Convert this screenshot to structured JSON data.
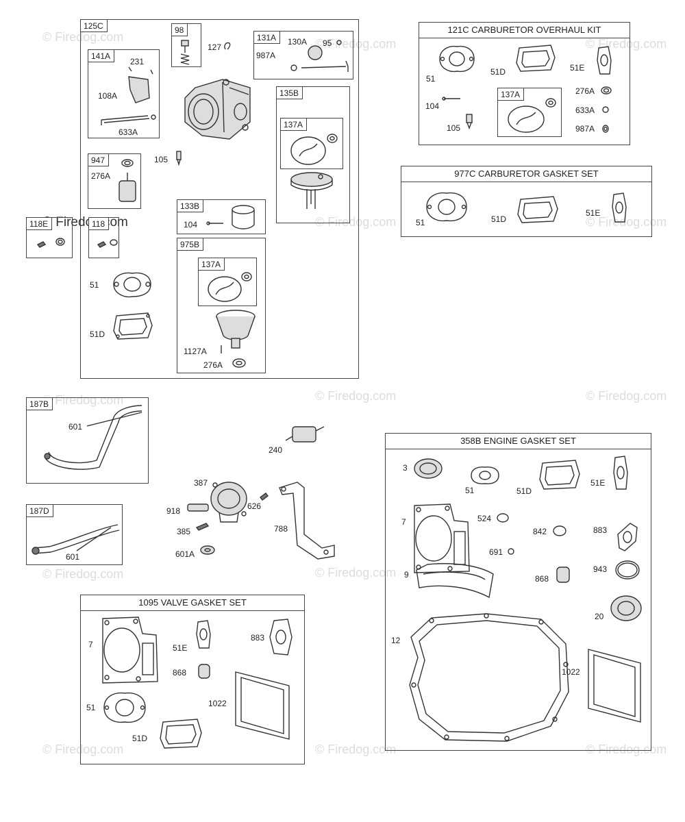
{
  "watermark": "© Firedog.com",
  "carb_assembly": {
    "id": "125C",
    "parts": {
      "p127": "127",
      "p105": "105"
    },
    "sub_98": {
      "id": "98"
    },
    "sub_141A": {
      "id": "141A",
      "p231": "231",
      "p108A": "108A",
      "p633A": "633A"
    },
    "sub_131A": {
      "id": "131A",
      "p130A": "130A",
      "p95": "95",
      "p987A": "987A"
    },
    "sub_135B": {
      "id": "135B",
      "sub_137A": "137A"
    },
    "sub_947": {
      "id": "947",
      "p276A": "276A"
    },
    "sub_133B": {
      "id": "133B",
      "p104": "104"
    },
    "sub_975B": {
      "id": "975B",
      "sub_137A": "137A",
      "p1127A": "1127A",
      "p276A": "276A"
    },
    "sub_118": {
      "id": "118"
    },
    "p51": "51",
    "p51D": "51D"
  },
  "sub_118E": {
    "id": "118E"
  },
  "overhaul_kit": {
    "title": "121C CARBURETOR OVERHAUL KIT",
    "p51": "51",
    "p51D": "51D",
    "p51E": "51E",
    "p104": "104",
    "p105": "105",
    "sub_137A": "137A",
    "p276A": "276A",
    "p633A": "633A",
    "p987A": "987A"
  },
  "carb_gasket_set": {
    "title": "977C CARBURETOR GASKET SET",
    "p51": "51",
    "p51D": "51D",
    "p51E": "51E"
  },
  "fuel_line_187B": {
    "id": "187B",
    "p601": "601"
  },
  "fuel_line_187D": {
    "id": "187D",
    "p601": "601"
  },
  "fuel_pump": {
    "p240": "240",
    "p387": "387",
    "p918": "918",
    "p626": "626",
    "p385": "385",
    "p788": "788",
    "p601A": "601A"
  },
  "valve_gasket_set": {
    "title": "1095 VALVE GASKET SET",
    "p7": "7",
    "p51E": "51E",
    "p883": "883",
    "p868": "868",
    "p1022": "1022",
    "p51": "51",
    "p51D": "51D"
  },
  "engine_gasket_set": {
    "title": "358B ENGINE GASKET SET",
    "p3": "3",
    "p51": "51",
    "p51D": "51D",
    "p51E": "51E",
    "p7": "7",
    "p524": "524",
    "p842": "842",
    "p883": "883",
    "p691": "691",
    "p9": "9",
    "p943": "943",
    "p868": "868",
    "p20": "20",
    "p12": "12",
    "p1022": "1022"
  }
}
